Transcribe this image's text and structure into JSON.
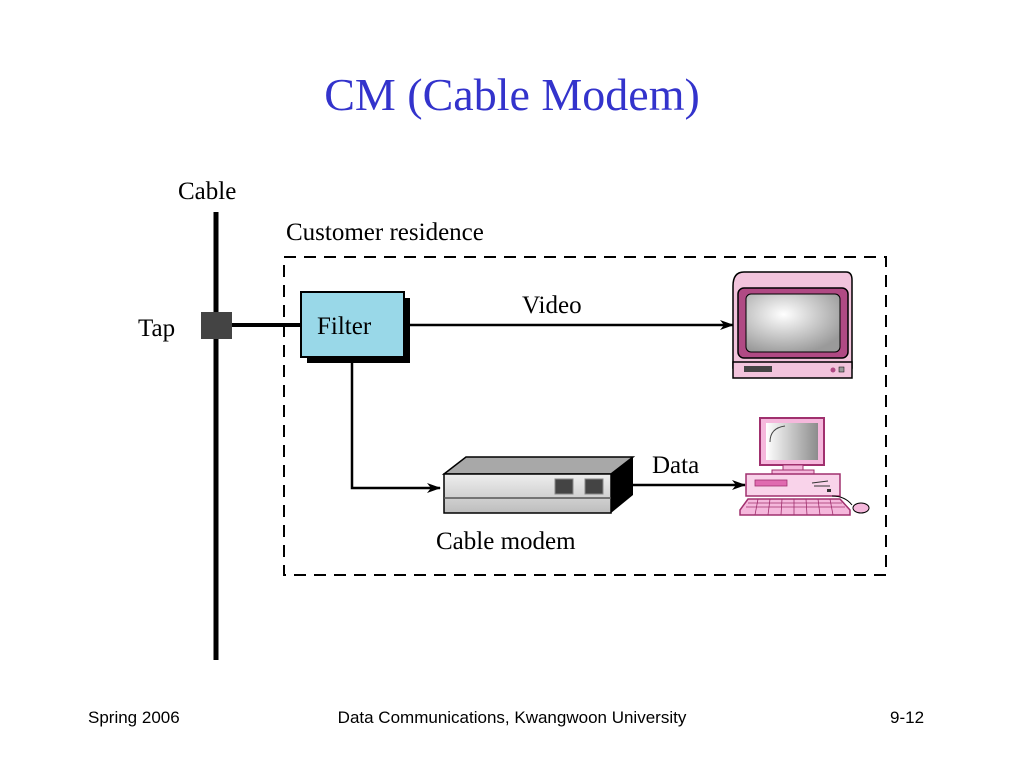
{
  "slide": {
    "title": "CM (Cable Modem)",
    "diagram": {
      "cable_label": "Cable",
      "tap_label": "Tap",
      "residence_label": "Customer residence",
      "filter_label": "Filter",
      "video_label": "Video",
      "data_label": "Data",
      "modem_label": "Cable modem",
      "colors": {
        "filter_fill": "#99d8e8",
        "tv_body": "#f2c4dc",
        "tv_bezel": "#b04a84",
        "pc_body": "#f5b8dc",
        "modem_body": "#d9d9d9",
        "tap": "#444444"
      }
    },
    "footer": {
      "left": "Spring 2006",
      "center": "Data Communications, Kwangwoon University",
      "right": "9-12"
    }
  }
}
